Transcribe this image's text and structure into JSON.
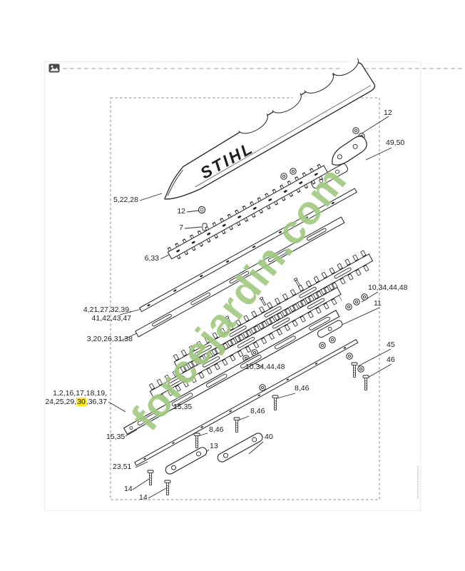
{
  "brand": {
    "name": "STIHL"
  },
  "watermark": {
    "text": "forcejardin.com",
    "color": "#6FAE3F"
  },
  "highlight": {
    "value": "30",
    "color": "#FFE71C"
  },
  "labels": [
    {
      "text": "12"
    },
    {
      "text": "49,50"
    },
    {
      "text": "5,22,28"
    },
    {
      "text": "12"
    },
    {
      "text": "7"
    },
    {
      "text": "6,33"
    },
    {
      "text": "10,34,44,48"
    },
    {
      "text": "11"
    },
    {
      "line1": "4,21,27,32,39,",
      "line2": "41,42,43,47"
    },
    {
      "text": "3,20,26,31,38"
    },
    {
      "text": "45"
    },
    {
      "text": "46"
    },
    {
      "text": "10,34,44,48"
    },
    {
      "text": "8,46"
    },
    {
      "line1": "1,2,16,17,18,19,",
      "line2_prefix": "24,25,29,",
      "line2_highlight": "30",
      "line2_suffix": ",36,37"
    },
    {
      "text": "15,35"
    },
    {
      "text": "8,46"
    },
    {
      "text": "15,35"
    },
    {
      "text": "8,46"
    },
    {
      "text": "13"
    },
    {
      "text": "40"
    },
    {
      "text": "23,51"
    },
    {
      "text": "14"
    },
    {
      "text": "14"
    }
  ]
}
